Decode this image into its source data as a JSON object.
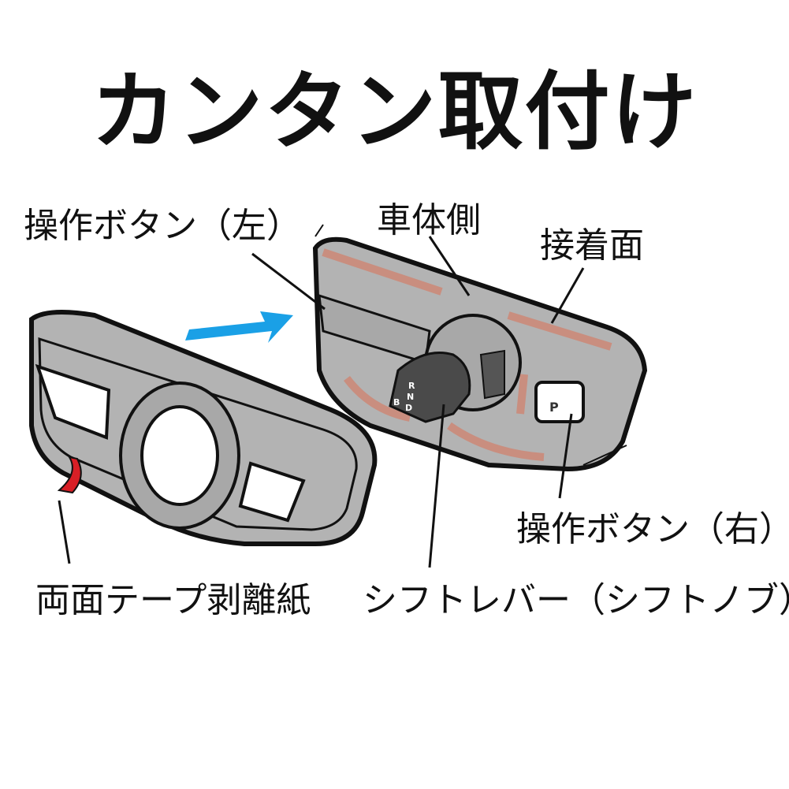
{
  "title": "カンタン取付け",
  "labels": {
    "left_button": "操作ボタン（左）",
    "body_side": "車体側",
    "adhesive_surface": "接着面",
    "right_button": "操作ボタン（右）",
    "shift_lever": "シフトレバー（シフトノブ）",
    "tape_liner": "両面テープ剥離紙"
  },
  "knob": {
    "r": "R",
    "n": "N",
    "d": "D",
    "b": "B"
  },
  "p_button": "P",
  "colors": {
    "panel": "#b3b3b3",
    "adhesive": "#c98e7f",
    "arrow": "#1aa0e6",
    "tape": "#d81f26",
    "knob": "#4a4a4a"
  }
}
